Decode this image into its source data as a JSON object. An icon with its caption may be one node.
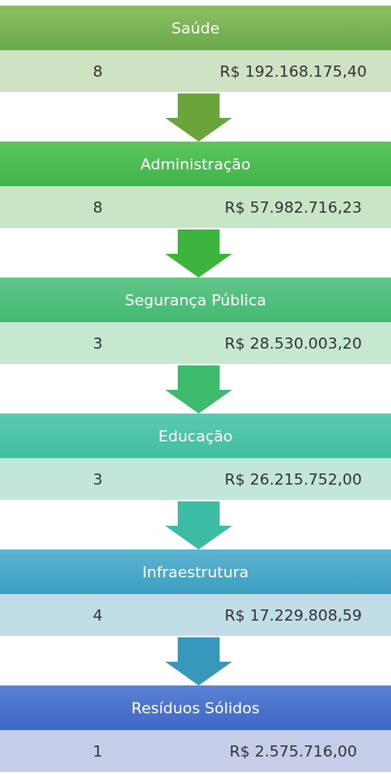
{
  "diagram": {
    "nodes": [
      {
        "text": [
          "Saúde",
          "8",
          "R$ 192.168.175,40"
        ]
      },
      {
        "text": [
          "Administração",
          "8",
          "R$ 57.982.716,23"
        ]
      },
      {
        "text": [
          "Segurança Pública",
          "3",
          "R$ 28.530.003,20"
        ]
      },
      {
        "text": [
          "Educação",
          "3",
          "R$ 26.215.752,00"
        ]
      },
      {
        "text": [
          "Infraestrutura",
          "4",
          "R$ 17.229.808,59"
        ]
      },
      {
        "text": [
          "Resíduos Sólidos",
          "1",
          "R$ 2.575.716,00"
        ]
      }
    ],
    "edges": [
      {
        "from": 0,
        "to": 1,
        "arrow": "to",
        "color": "#6aa53c"
      },
      {
        "from": 1,
        "to": 2,
        "arrow": "to",
        "color": "#3db43e"
      },
      {
        "from": 2,
        "to": 3,
        "arrow": "to",
        "color": "#3dba6c"
      },
      {
        "from": 3,
        "to": 4,
        "arrow": "to",
        "color": "#3cbca4"
      },
      {
        "from": 4,
        "to": 5,
        "arrow": "to",
        "color": "#3898bc"
      }
    ]
  }
}
